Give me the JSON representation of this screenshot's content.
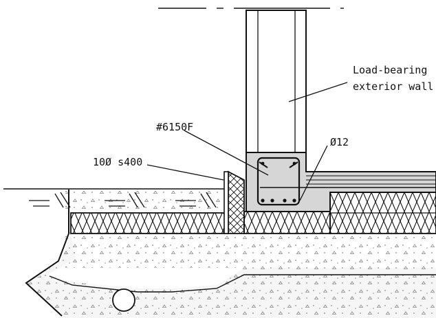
{
  "labels": {
    "wall_line1": "Load-bearing",
    "wall_line2": "exterior wall",
    "mesh": "#6150F",
    "rebar": "Ø12",
    "stirrups": "10Ø s400"
  },
  "colors": {
    "line": "#111111",
    "concrete": "#d6d6d6",
    "gravel_fill": "#f6f6f6",
    "gravel_dots": "#8a8a8a",
    "background": "#ffffff"
  },
  "symbols": [
    "drain-pipe-icon",
    "earth-hatch-icon"
  ]
}
